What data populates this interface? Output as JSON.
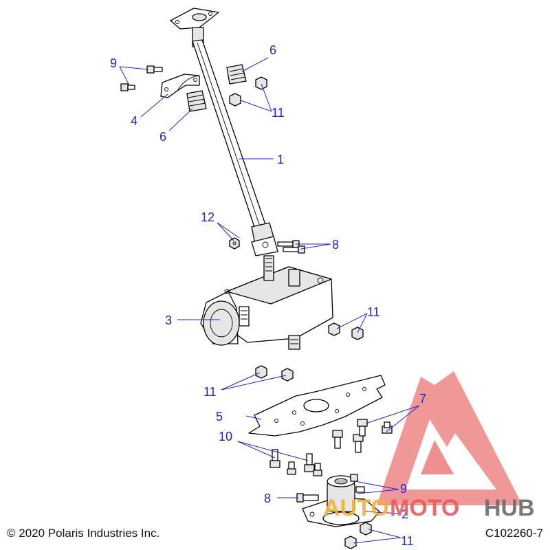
{
  "diagram": {
    "callouts": [
      {
        "id": "c1",
        "label": "1"
      },
      {
        "id": "c2",
        "label": "2"
      },
      {
        "id": "c3",
        "label": "3"
      },
      {
        "id": "c4",
        "label": "4"
      },
      {
        "id": "c5",
        "label": "5"
      },
      {
        "id": "c6a",
        "label": "6"
      },
      {
        "id": "c6b",
        "label": "6"
      },
      {
        "id": "c7",
        "label": "7"
      },
      {
        "id": "c8a",
        "label": "8"
      },
      {
        "id": "c8b",
        "label": "8"
      },
      {
        "id": "c9a",
        "label": "9"
      },
      {
        "id": "c9b",
        "label": "9"
      },
      {
        "id": "c10",
        "label": "10"
      },
      {
        "id": "c11a",
        "label": "11"
      },
      {
        "id": "c11b",
        "label": "11"
      },
      {
        "id": "c11c",
        "label": "11"
      },
      {
        "id": "c11d",
        "label": "11"
      },
      {
        "id": "c12",
        "label": "12"
      }
    ]
  },
  "footer": {
    "copyright": "© 2020 Polaris Industries Inc.",
    "code": "C102260-7"
  },
  "watermark": {
    "word_a": "AUTO",
    "word_b": "MOTO",
    "word_c": "HUB",
    "colors": {
      "triangle": "#e85c5c",
      "auto": "#f2b233",
      "moto": "#e85c5c",
      "hub": "#6b6b6b"
    }
  },
  "colors": {
    "callout": "#2222cc",
    "line": "#000000"
  }
}
